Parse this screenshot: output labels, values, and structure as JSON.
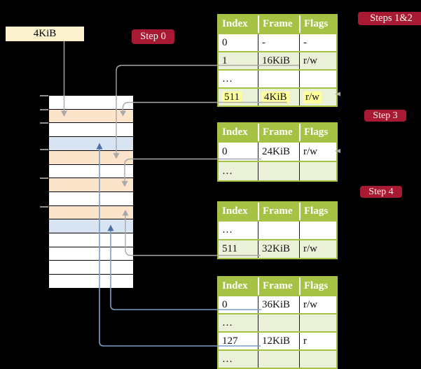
{
  "base_register": {
    "label": "4KiB"
  },
  "badges": {
    "step0": "Step 0",
    "steps_1_2": "Steps 1&2",
    "step3": "Step 3",
    "step4": "Step 4"
  },
  "memory_column": {
    "rows": [
      "plain",
      "orange",
      "plain",
      "blue",
      "orange",
      "plain",
      "orange",
      "plain",
      "orange",
      "blue",
      "plain",
      "plain",
      "plain",
      "plain"
    ]
  },
  "tables": [
    {
      "headers": [
        "Index",
        "Frame",
        "Flags"
      ],
      "rows": [
        {
          "index": "0",
          "frame": "-",
          "flags": "-"
        },
        {
          "index": "1",
          "frame": "16KiB",
          "flags": "r/w"
        },
        {
          "index": "…",
          "frame": "",
          "flags": ""
        },
        {
          "index": "511",
          "frame": "4KiB",
          "flags": "r/w"
        }
      ]
    },
    {
      "headers": [
        "Index",
        "Frame",
        "Flags"
      ],
      "rows": [
        {
          "index": "0",
          "frame": "24KiB",
          "flags": "r/w"
        },
        {
          "index": "…",
          "frame": "",
          "flags": ""
        }
      ]
    },
    {
      "headers": [
        "Index",
        "Frame",
        "Flags"
      ],
      "rows": [
        {
          "index": "…",
          "frame": "",
          "flags": ""
        },
        {
          "index": "511",
          "frame": "32KiB",
          "flags": "r/w"
        }
      ]
    },
    {
      "headers": [
        "Index",
        "Frame",
        "Flags"
      ],
      "rows": [
        {
          "index": "0",
          "frame": "36KiB",
          "flags": "r/w"
        },
        {
          "index": "…",
          "frame": "",
          "flags": ""
        },
        {
          "index": "127",
          "frame": "12KiB",
          "flags": "r"
        },
        {
          "index": "…",
          "frame": "",
          "flags": ""
        }
      ]
    }
  ],
  "colors": {
    "table_green": "#a5c244",
    "row_light_green": "#eaf1d8",
    "badge_red": "#a81a33",
    "frame_orange": "#fce4cb",
    "frame_blue": "#d8e4f2",
    "register_cream": "#fcf2cf",
    "highlight_yellow": "#ffff9c",
    "arrow_gray": "#a9a9a9",
    "arrow_blue": "#7e9cc6",
    "arrowhead_blue": "#4d6fa8"
  }
}
